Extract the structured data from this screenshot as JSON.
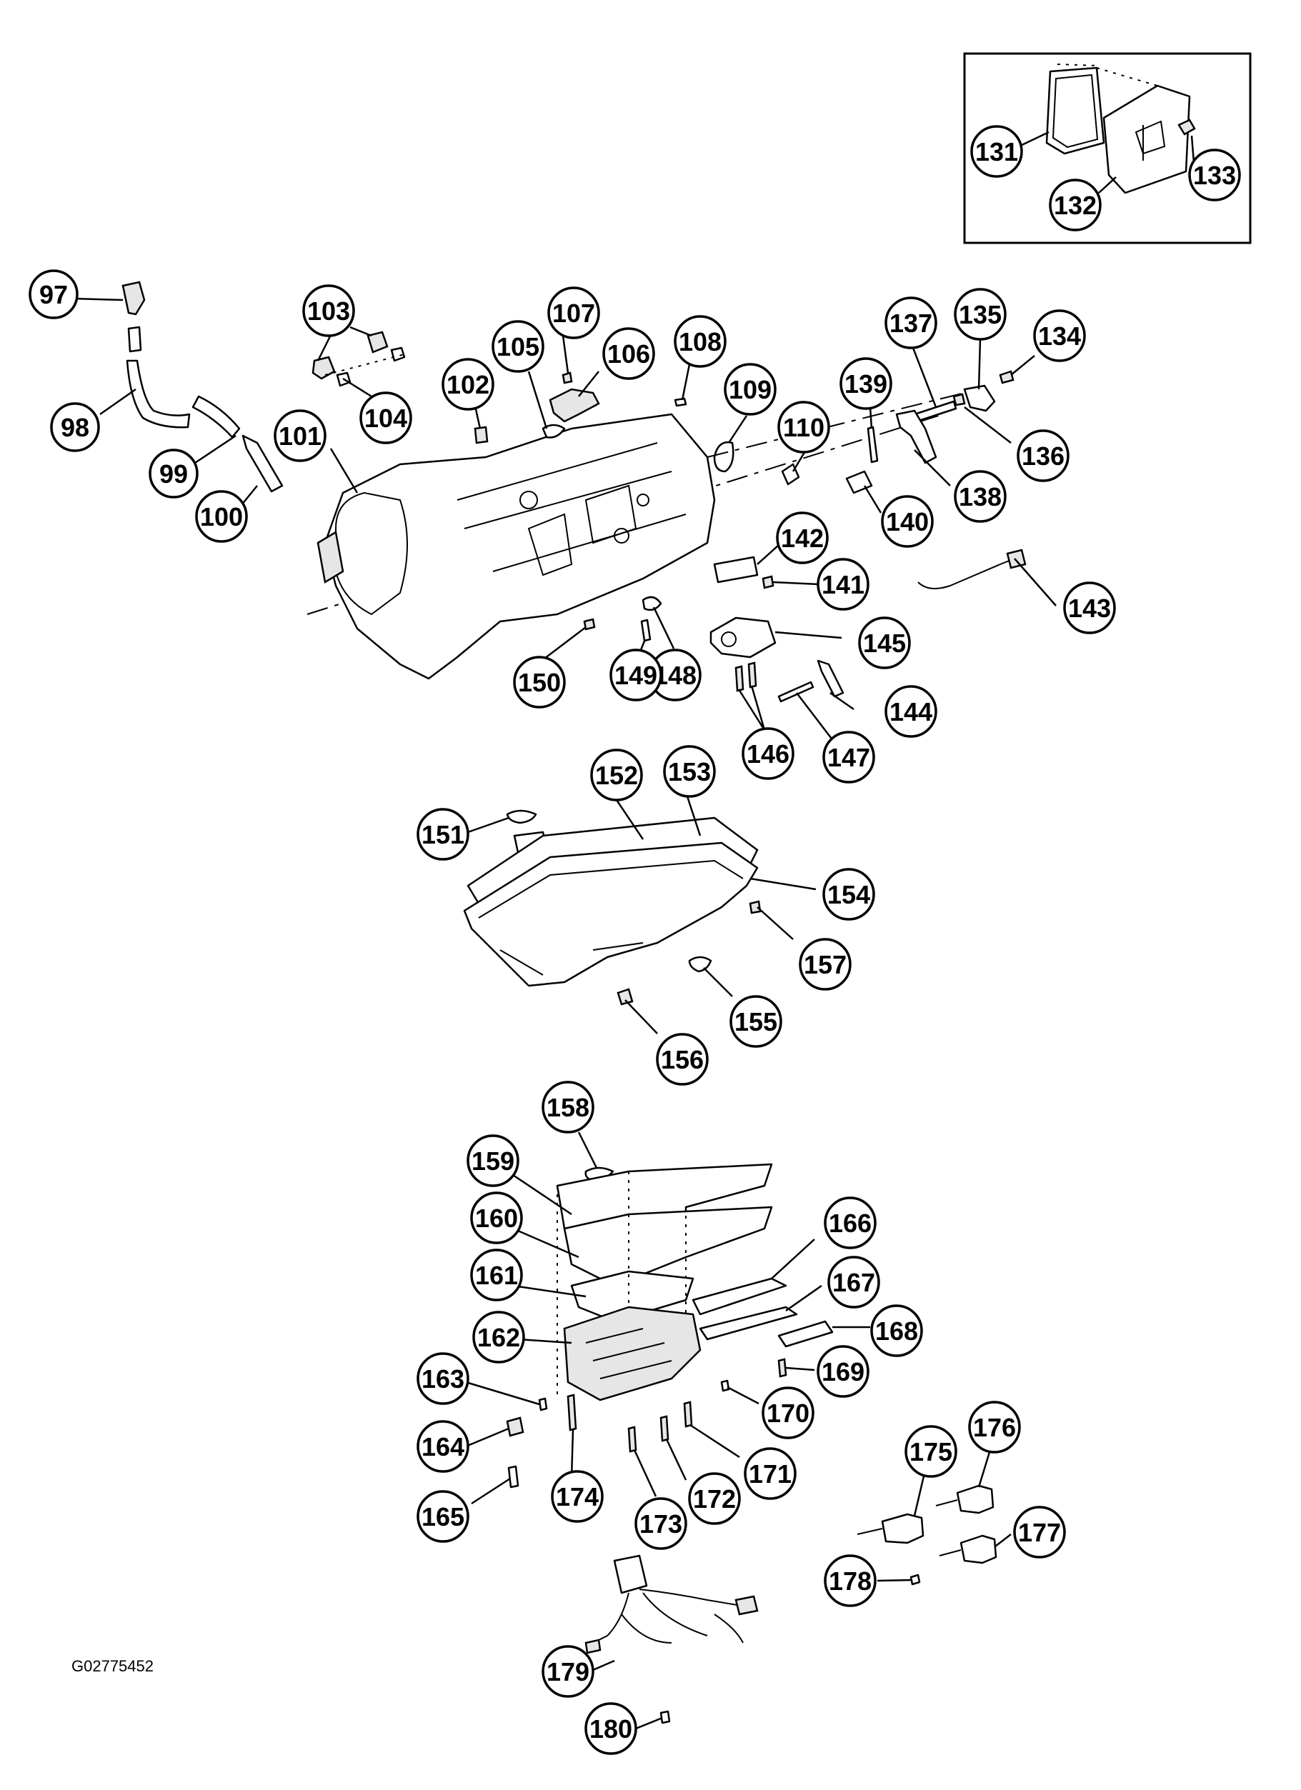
{
  "figure_id": "G02775452",
  "callouts": [
    {
      "label": "97"
    },
    {
      "label": "98"
    },
    {
      "label": "99"
    },
    {
      "label": "100"
    },
    {
      "label": "101"
    },
    {
      "label": "102"
    },
    {
      "label": "103"
    },
    {
      "label": "104"
    },
    {
      "label": "105"
    },
    {
      "label": "106"
    },
    {
      "label": "107"
    },
    {
      "label": "108"
    },
    {
      "label": "109"
    },
    {
      "label": "110"
    },
    {
      "label": "131"
    },
    {
      "label": "132"
    },
    {
      "label": "133"
    },
    {
      "label": "134"
    },
    {
      "label": "135"
    },
    {
      "label": "136"
    },
    {
      "label": "137"
    },
    {
      "label": "138"
    },
    {
      "label": "139"
    },
    {
      "label": "140"
    },
    {
      "label": "141"
    },
    {
      "label": "142"
    },
    {
      "label": "143"
    },
    {
      "label": "144"
    },
    {
      "label": "145"
    },
    {
      "label": "146"
    },
    {
      "label": "147"
    },
    {
      "label": "148"
    },
    {
      "label": "149"
    },
    {
      "label": "150"
    },
    {
      "label": "151"
    },
    {
      "label": "152"
    },
    {
      "label": "153"
    },
    {
      "label": "154"
    },
    {
      "label": "155"
    },
    {
      "label": "156"
    },
    {
      "label": "157"
    },
    {
      "label": "158"
    },
    {
      "label": "159"
    },
    {
      "label": "160"
    },
    {
      "label": "161"
    },
    {
      "label": "162"
    },
    {
      "label": "163"
    },
    {
      "label": "164"
    },
    {
      "label": "165"
    },
    {
      "label": "166"
    },
    {
      "label": "167"
    },
    {
      "label": "168"
    },
    {
      "label": "169"
    },
    {
      "label": "170"
    },
    {
      "label": "171"
    },
    {
      "label": "172"
    },
    {
      "label": "173"
    },
    {
      "label": "174"
    },
    {
      "label": "175"
    },
    {
      "label": "176"
    },
    {
      "label": "177"
    },
    {
      "label": "178"
    },
    {
      "label": "179"
    },
    {
      "label": "180"
    }
  ]
}
